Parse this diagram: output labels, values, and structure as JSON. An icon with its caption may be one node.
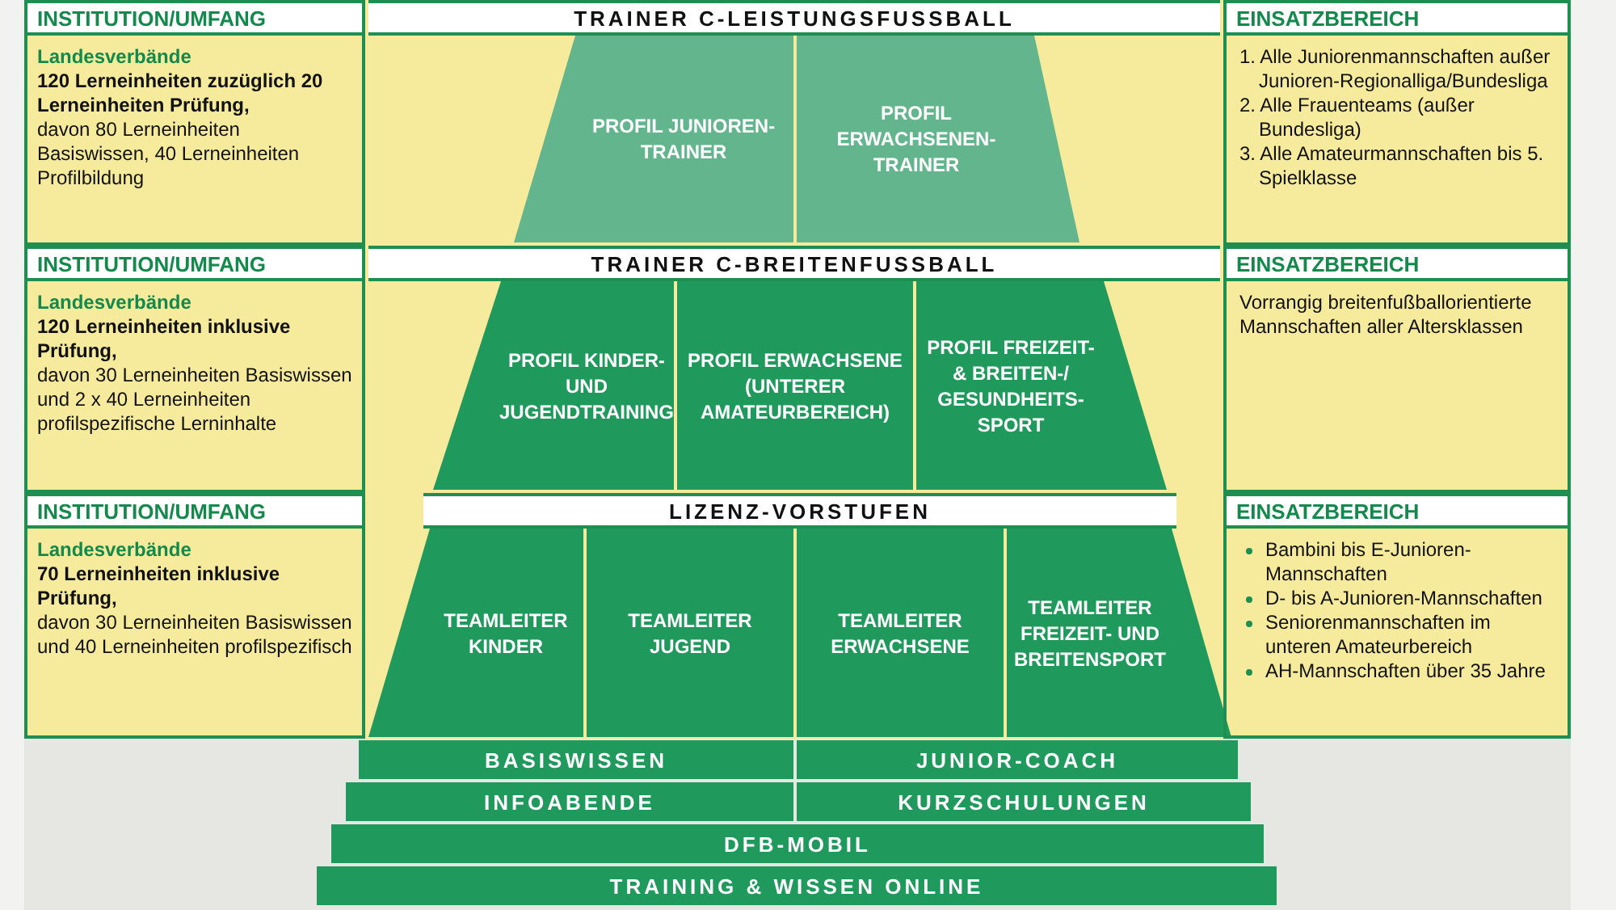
{
  "diagram": {
    "nodes": [
      {
        "text": [
          "INSTITUTION/UMFANG"
        ]
      },
      {
        "text": [
          "TRAINER C-LEISTUNGSFUSSBALL"
        ]
      },
      {
        "text": [
          "EINSATZBEREICH"
        ]
      },
      {
        "text": [
          "Landesverbände",
          "120 Lerneinheiten zuzüglich 20 Lerneinheiten Prüfung,",
          "davon 80 Lerneinheiten Basiswissen, 40 Lerneinheiten Profilbildung"
        ]
      },
      {
        "text": [
          "PROFIL JUNIOREN-TRAINER"
        ]
      },
      {
        "text": [
          "PROFIL ERWACHSENEN-TRAINER"
        ]
      },
      {
        "text": [
          "1. Alle Juniorenmannschaften außer Junioren-Regionalliga/Bundesliga",
          "2. Alle Frauenteams (außer Bundesliga)",
          "3. Alle Amateurmannschaften bis 5. Spielklasse"
        ]
      },
      {
        "text": [
          "INSTITUTION/UMFANG"
        ]
      },
      {
        "text": [
          "TRAINER C-BREITENFUSSBALL"
        ]
      },
      {
        "text": [
          "EINSATZBEREICH"
        ]
      },
      {
        "text": [
          "Landesverbände",
          "120 Lerneinheiten inklusive Prüfung,",
          "davon 30 Lerneinheiten Basiswissen und 2 x 40 Lerneinheiten profilspezifische Lerninhalte"
        ]
      },
      {
        "text": [
          "PROFIL KINDER- UND JUGENDTRAINING"
        ]
      },
      {
        "text": [
          "PROFIL ERWACHSENE (UNTERER AMATEURBEREICH)"
        ]
      },
      {
        "text": [
          "PROFIL FREIZEIT- & BREITEN-/ GESUNDHEITS-SPORT"
        ]
      },
      {
        "text": [
          "Vorrangig breitenfußballorientierte Mannschaften aller Altersklassen"
        ]
      },
      {
        "text": [
          "INSTITUTION/UMFANG"
        ]
      },
      {
        "text": [
          "LIZENZ-VORSTUFEN"
        ]
      },
      {
        "text": [
          "EINSATZBEREICH"
        ]
      },
      {
        "text": [
          "Landesverbände",
          "70 Lerneinheiten inklusive Prüfung,",
          "davon 30 Lerneinheiten Basiswissen und 40 Lerneinheiten profilspezifisch"
        ]
      },
      {
        "text": [
          "TEAMLEITER KINDER"
        ]
      },
      {
        "text": [
          "TEAMLEITER JUGEND"
        ]
      },
      {
        "text": [
          "TEAMLEITER ERWACHSENE"
        ]
      },
      {
        "text": [
          "TEAMLEITER FREIZEIT- UND BREITENSPORT"
        ]
      },
      {
        "text": [
          "Bambini bis E-Junioren-Mannschaften",
          "D- bis A-Junioren-Mannschaften",
          "Seniorenmannschaften im unteren Amateurbereich",
          "AH-Mannschaften über 35 Jahre"
        ]
      },
      {
        "text": [
          "BASISWISSEN"
        ]
      },
      {
        "text": [
          "JUNIOR-COACH"
        ]
      },
      {
        "text": [
          "INFOABENDE"
        ]
      },
      {
        "text": [
          "KURZSCHULUNGEN"
        ]
      },
      {
        "text": [
          "DFB-MOBIL"
        ]
      },
      {
        "text": [
          "TRAINING & WISSEN ONLINE"
        ]
      }
    ]
  }
}
